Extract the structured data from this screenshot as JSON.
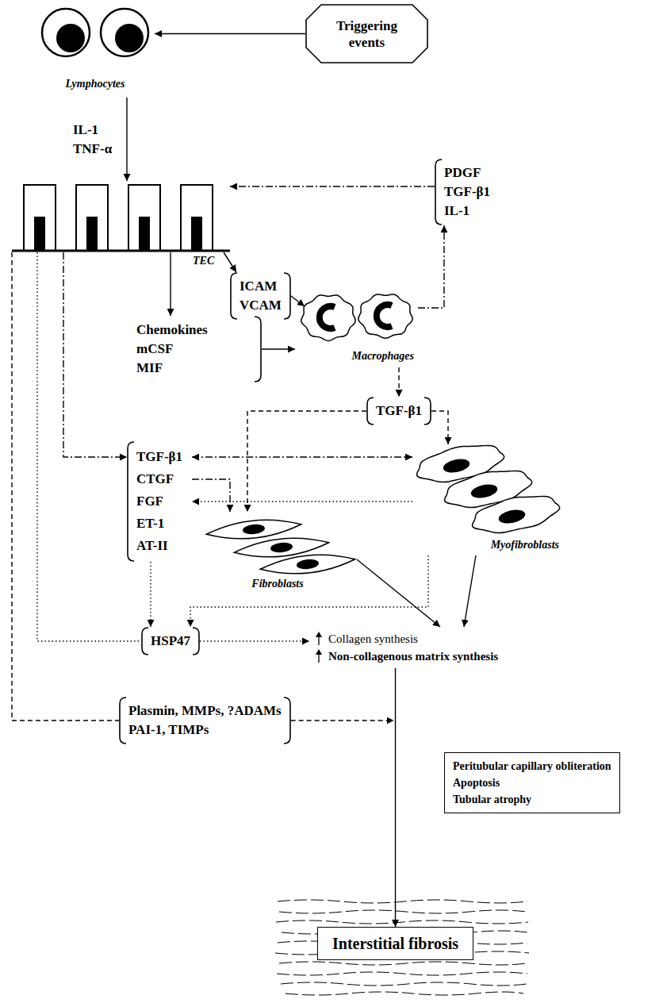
{
  "diagram": {
    "nodes": [
      {
        "text": [
          "Lymphocytes"
        ]
      },
      {
        "text": [
          "Triggering events"
        ]
      },
      {
        "text": [
          "TEC"
        ]
      },
      {
        "text": [
          "PDGF",
          "TGF-β1",
          "IL-1"
        ]
      },
      {
        "text": [
          "ICAM",
          "VCAM"
        ]
      },
      {
        "text": [
          "Chemokines",
          "mCSF",
          "MIF"
        ]
      },
      {
        "text": [
          "Macrophages"
        ]
      },
      {
        "text": [
          "TGF-β1"
        ]
      },
      {
        "text": [
          "TGF-β1",
          "CTGF",
          "FGF",
          "ET-1",
          "AT-II"
        ]
      },
      {
        "text": [
          "Myofibroblasts"
        ]
      },
      {
        "text": [
          "Fibroblasts"
        ]
      },
      {
        "text": [
          "HSP47"
        ]
      },
      {
        "text": [
          "Collagen synthesis",
          "Non-collagenous matrix synthesis"
        ]
      },
      {
        "text": [
          "Plasmin, MMPs, ?ADAMs",
          "PAI-1, TIMPs"
        ]
      },
      {
        "text": [
          "Peritubular capillary obliteration",
          "Apoptosis",
          "Tubular atrophy"
        ]
      },
      {
        "text": [
          "Interstitial fibrosis"
        ]
      }
    ],
    "edges": [
      {
        "from": 1,
        "to": 0,
        "arrow": "to"
      },
      {
        "from": 0,
        "to": 2,
        "arrow": "to",
        "label": "IL-1 TNF-α"
      },
      {
        "from": 6,
        "to": 3,
        "arrow": "to"
      },
      {
        "from": 3,
        "to": 2,
        "arrow": "to"
      },
      {
        "from": 2,
        "to": 4,
        "arrow": "to"
      },
      {
        "from": 4,
        "to": 6,
        "arrow": "to"
      },
      {
        "from": 2,
        "to": 5,
        "arrow": "to"
      },
      {
        "from": 5,
        "to": 6,
        "arrow": "to"
      },
      {
        "from": 2,
        "to": 8,
        "arrow": "to"
      },
      {
        "from": 6,
        "to": 7,
        "arrow": "to"
      },
      {
        "from": 7,
        "to": 10,
        "arrow": "to"
      },
      {
        "from": 7,
        "to": 9,
        "arrow": "to"
      },
      {
        "from": 8,
        "to": 9,
        "arrow": "both"
      },
      {
        "from": 8,
        "to": 10,
        "arrow": "to"
      },
      {
        "from": 9,
        "to": 8,
        "arrow": "to"
      },
      {
        "from": 8,
        "to": 11,
        "arrow": "to"
      },
      {
        "from": 9,
        "to": 11,
        "arrow": "to"
      },
      {
        "from": 2,
        "to": 11,
        "arrow": "none"
      },
      {
        "from": 11,
        "to": 12,
        "arrow": "to"
      },
      {
        "from": 10,
        "to": 12,
        "arrow": "to"
      },
      {
        "from": 9,
        "to": 12,
        "arrow": "to"
      },
      {
        "from": 2,
        "to": 13,
        "arrow": "none"
      },
      {
        "from": 13,
        "to": 15,
        "arrow": "to"
      },
      {
        "from": 12,
        "to": 15,
        "arrow": "to"
      }
    ]
  }
}
